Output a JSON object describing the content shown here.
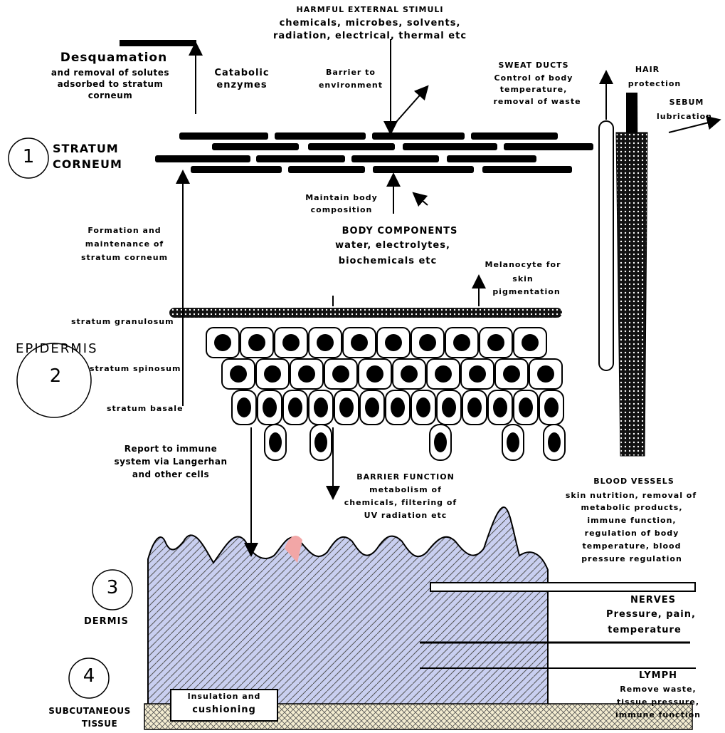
{
  "external_stimuli": {
    "title": "HARMFUL EXTERNAL STIMULI",
    "desc1": "chemicals, microbes, solvents,",
    "desc2": "radiation, electrical, thermal etc"
  },
  "desquamation": {
    "title": "Desquamation",
    "line1": "and removal of solutes",
    "line2": "adsorbed to stratum",
    "line3": "corneum"
  },
  "catabolic": {
    "line1": "Catabolic",
    "line2": "enzymes"
  },
  "barrier": {
    "line1": "Barrier to",
    "line2": "environment"
  },
  "sweat": {
    "title": "SWEAT DUCTS",
    "line1": "Control of body",
    "line2": "temperature,",
    "line3": "removal of waste"
  },
  "hair": {
    "title": "HAIR",
    "line1": "protection"
  },
  "sebum": {
    "title": "SEBUM",
    "line1": "lubrication"
  },
  "layers": {
    "n1": "1",
    "stratum_corneum_1": "STRATUM",
    "stratum_corneum_2": "CORNEUM",
    "epidermis": "EPIDERMIS",
    "n2": "2",
    "granulosum": "stratum granulosum",
    "spinosum": "stratum spinosum",
    "basale": "stratum basale",
    "n3": "3",
    "dermis": "DERMIS",
    "n4": "4",
    "subcutaneous_1": "SUBCUTANEOUS",
    "subcutaneous_2": "TISSUE"
  },
  "maintain": {
    "line1": "Maintain body",
    "line2": "composition"
  },
  "formation": {
    "line1": "Formation and",
    "line2": "maintenance of",
    "line3": "stratum corneum"
  },
  "body_components": {
    "title": "BODY COMPONENTS",
    "line1": "water, electrolytes,",
    "line2": "biochemicals etc"
  },
  "melanocyte": {
    "line1": "Melanocyte for",
    "line2": "skin",
    "line3": "pigmentation"
  },
  "immune": {
    "line1": "Report to immune",
    "line2": "system via Langerhan",
    "line3": "and other cells"
  },
  "barrier_function": {
    "title": "BARRIER FUNCTION",
    "line1": "metabolism of",
    "line2": "chemicals, filtering of",
    "line3": "UV radiation etc"
  },
  "blood": {
    "title": "BLOOD VESSELS",
    "line1": "skin nutrition, removal of",
    "line2": "metabolic products,",
    "line3": "immune function,",
    "line4": "regulation of body",
    "line5": "temperature, blood",
    "line6": "pressure regulation"
  },
  "nerves": {
    "title": "NERVES",
    "line1": "Pressure, pain,",
    "line2": "temperature"
  },
  "lymph": {
    "title": "LYMPH",
    "line1": "Remove waste,",
    "line2": "tissue pressure,",
    "line3": "immune function"
  },
  "insulation": {
    "line1": "Insulation and",
    "line2": "cushioning"
  },
  "colors": {
    "ink": "#000000",
    "dermis_fill": "#c9cff0",
    "subq_fill": "#f3ecd0",
    "cell_fill": "#ffffff",
    "papilla_accent": "#f2a6a6"
  }
}
